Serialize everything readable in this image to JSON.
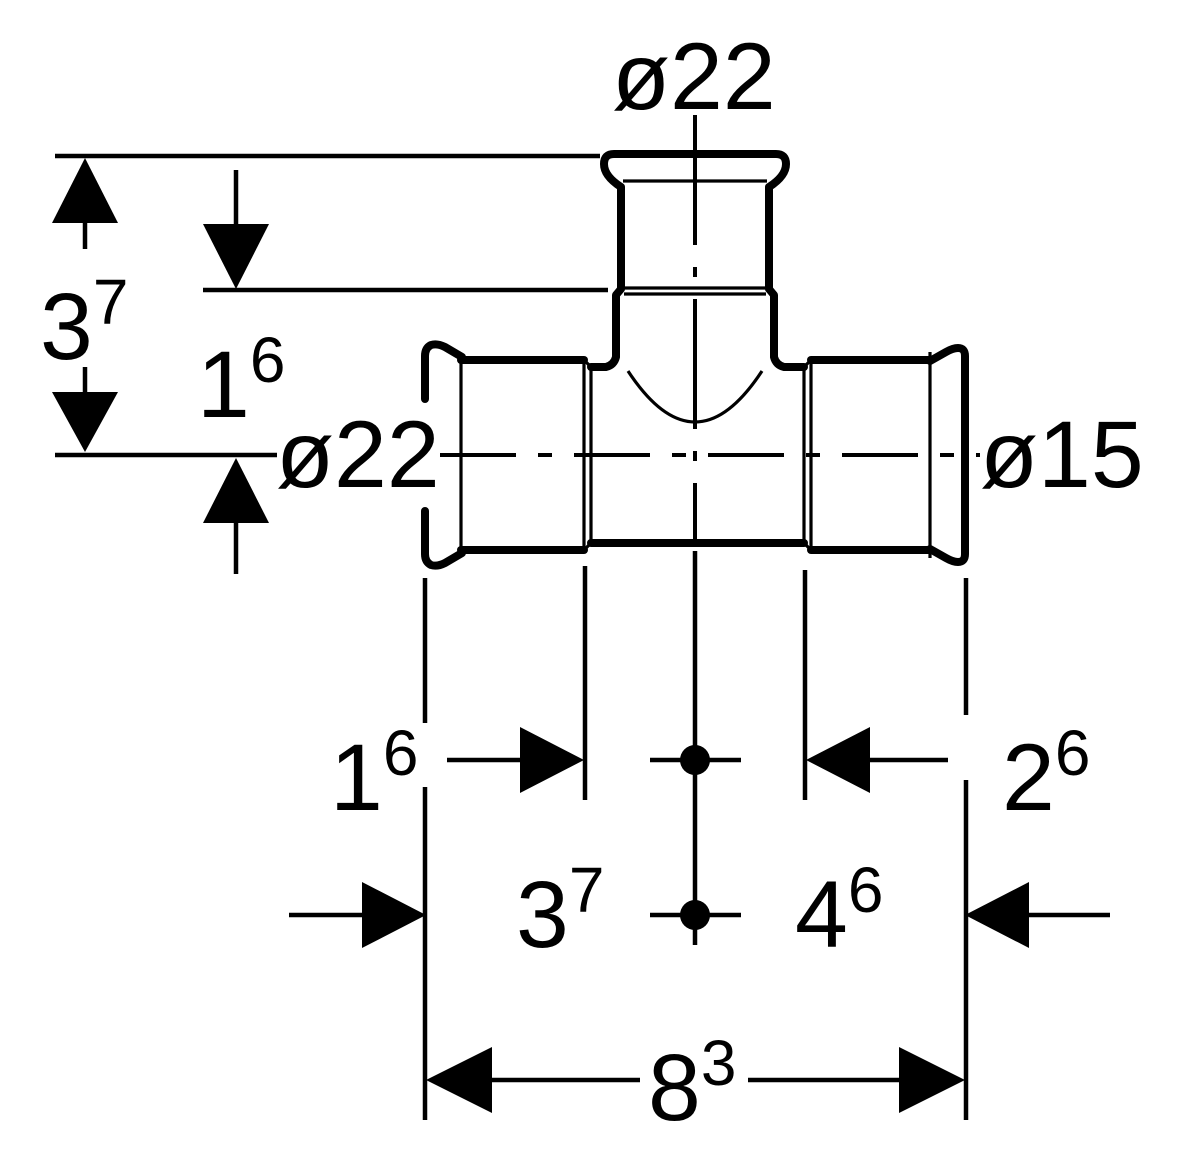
{
  "colors": {
    "ink": "#000000",
    "background": "#ffffff"
  },
  "diagram": {
    "type": "technical-drawing",
    "subject": "tee-press-fitting-side-view",
    "labels": {
      "branch_diameter": "ø22",
      "run_left_diameter": "ø22",
      "run_right_diameter": "ø15"
    },
    "dimensions": {
      "branch_end_to_run_axis": {
        "main": "3",
        "sup": "7"
      },
      "branch_socket_to_run_axis": {
        "main": "1",
        "sup": "6"
      },
      "left_socket_depth": {
        "main": "1",
        "sup": "6"
      },
      "right_socket_depth": {
        "main": "2",
        "sup": "6"
      },
      "axis_to_left_end": {
        "main": "3",
        "sup": "7"
      },
      "axis_to_right_end": {
        "main": "4",
        "sup": "6"
      },
      "overall_length": {
        "main": "8",
        "sup": "3"
      }
    }
  }
}
